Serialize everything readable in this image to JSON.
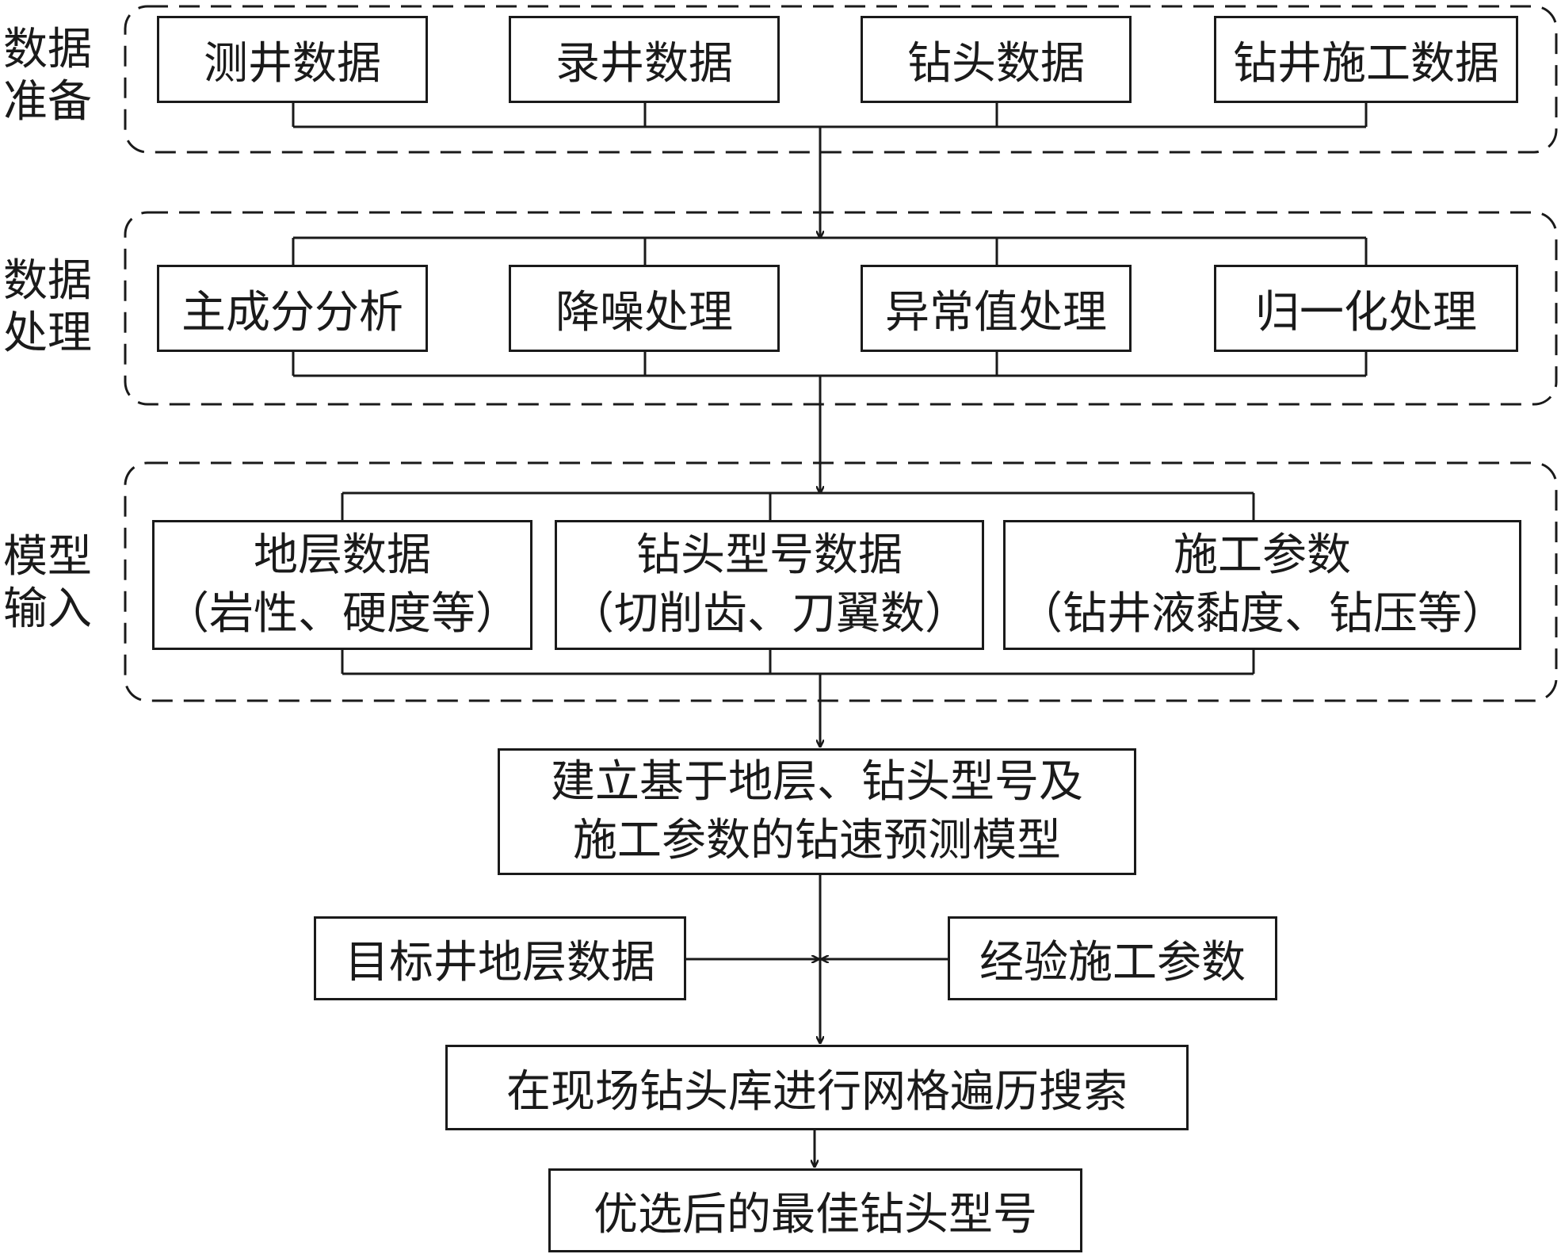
{
  "sections": {
    "prep_label": [
      "数据",
      "准备"
    ],
    "proc_label": [
      "数据",
      "处理"
    ],
    "input_label": [
      "模型",
      "输入"
    ]
  },
  "prep": [
    "测井数据",
    "录井数据",
    "钻头数据",
    "钻井施工数据"
  ],
  "proc": [
    "主成分分析",
    "降噪处理",
    "异常值处理",
    "归一化处理"
  ],
  "input": [
    {
      "title": "地层数据",
      "sub": "（岩性、硬度等）"
    },
    {
      "title": "钻头型号数据",
      "sub": "（切削齿、刀翼数）"
    },
    {
      "title": "施工参数",
      "sub": "（钻井液黏度、钻压等）"
    }
  ],
  "model": [
    "建立基于地层、钻头型号及",
    "施工参数的钻速预测模型"
  ],
  "target": "目标井地层数据",
  "experience": "经验施工参数",
  "search": "在现场钻头库进行网格遍历搜索",
  "result": "优选后的最佳钻头型号"
}
